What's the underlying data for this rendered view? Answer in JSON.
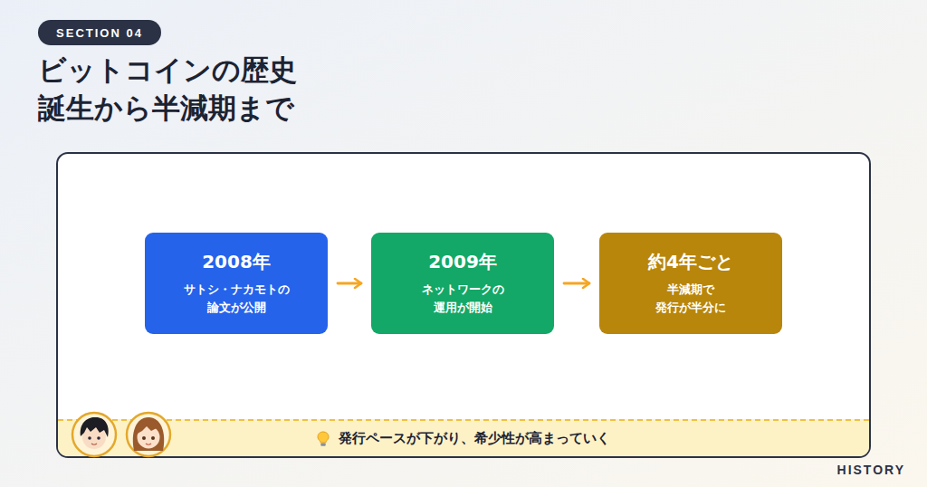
{
  "diagram": {
    "title": "ビットコインの歴史 誕生から半減期まで",
    "nodes": [
      {
        "text": [
          "SECTION 04"
        ]
      },
      {
        "text": [
          "2008年",
          "サトシ・ナカモトの 論文が公開"
        ]
      },
      {
        "text": [
          "2009年",
          "ネットワークの 運用が開始"
        ]
      },
      {
        "text": [
          "約4年ごと",
          "半減期で 発行が半分に"
        ]
      },
      {
        "text": [
          "発行ペースが下がり、希少性が高まっていく"
        ]
      }
    ],
    "edges": [
      {
        "from": 1,
        "to": 2,
        "arrow": "to"
      },
      {
        "from": 2,
        "to": 3,
        "arrow": "to"
      }
    ],
    "labels": [
      "HISTORY"
    ]
  }
}
